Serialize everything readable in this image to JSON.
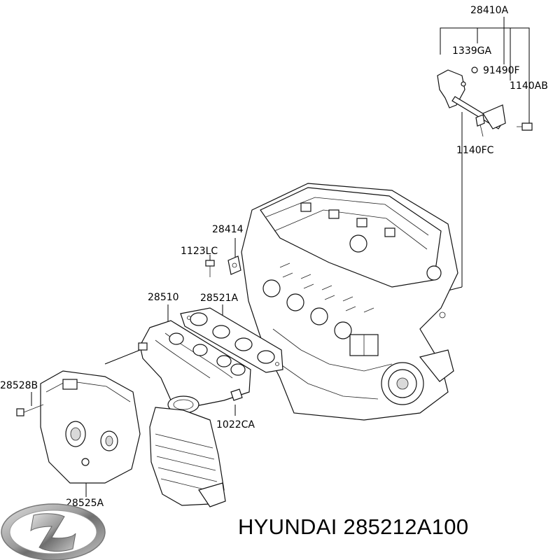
{
  "brand": {
    "name": "HYUNDAI",
    "logo_icon": "hyundai-logo-icon"
  },
  "part_number": "285212A100",
  "caption": "HYUNDAI 285212A100",
  "callouts": {
    "c28410A": "28410A",
    "c1339GA": "1339GA",
    "c91490F": "91490F",
    "c1140AB": "1140AB",
    "c1140FC": "1140FC",
    "c28414": "28414",
    "c1123LC": "1123LC",
    "c28510": "28510",
    "c28521A": "28521A",
    "c28528B": "28528B",
    "c1022CA": "1022CA",
    "c28525A": "28525A"
  }
}
